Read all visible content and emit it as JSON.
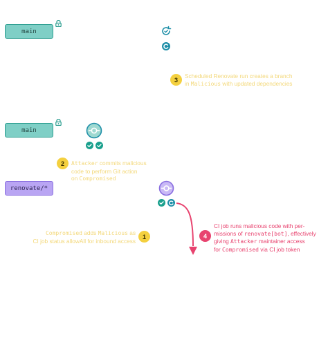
{
  "branches": {
    "main_top": "main",
    "main_mid": "main",
    "renovate": "renovate/*"
  },
  "steps": {
    "one": {
      "number": "1",
      "line1_code": "Compromised",
      "line1_text": " adds ",
      "line1_code2": "Malicious",
      "line1_text2": " as",
      "line2": "CI job status allowAll for inbound access"
    },
    "two": {
      "number": "2",
      "line1_code": "Attacker",
      "line1_text": " commits malicious",
      "line2": "code to perform Git action",
      "line3_text": "on ",
      "line3_code": "Compromised"
    },
    "three": {
      "number": "3",
      "line1": "Scheduled Renovate run creates a branch",
      "line2_text": "in ",
      "line2_code": "Malicious",
      "line2_text2": " with updated dependencies"
    },
    "four": {
      "number": "4",
      "line1": "CI job runs malicious code with per-",
      "line2_text": "missions of ",
      "line2_code": "renovate[bot]",
      "line2_text2": ", effectively",
      "line3_text": "giving ",
      "line3_code": "Attacker",
      "line3_text2": " maintainer access",
      "line4_text": "for ",
      "line4_code": "Compromised",
      "line4_text2": " via CI job token"
    }
  },
  "icons": {
    "lock": "lock-icon",
    "commit": "commit-icon",
    "check": "check-circle-icon",
    "renovate": "renovate-icon",
    "refresh": "refresh-icon"
  },
  "colors": {
    "teal": "#2a9d8f",
    "teal_fill": "#7fcfc6",
    "purple": "#8a6fe0",
    "purple_fill": "#b9a5f3",
    "yellow": "#f4d03f",
    "red": "#e8436f",
    "blue": "#1f8fa8"
  }
}
